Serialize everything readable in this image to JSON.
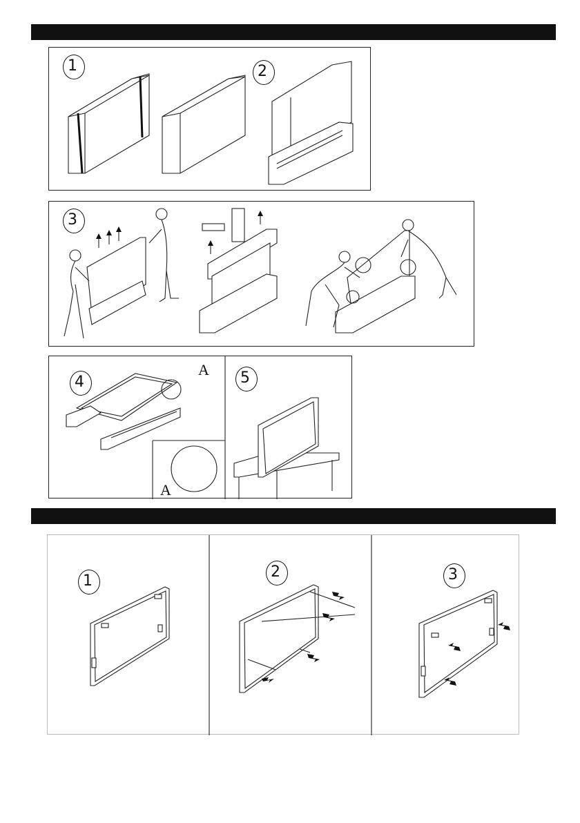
{
  "section_bars": [
    "",
    ""
  ],
  "stand_assembly": {
    "panel1": {
      "steps": [
        "1",
        "2"
      ]
    },
    "panel2": {
      "steps": [
        "3"
      ]
    },
    "panel3": {
      "steps": [
        "4",
        "5"
      ],
      "detail_label_top": "A",
      "detail_label_bottom": "A"
    }
  },
  "wall_mount": {
    "steps": [
      "1",
      "2",
      "3"
    ]
  },
  "icons": {
    "arrow": "up-arrow-icon",
    "push_arrow": "push-arrow-icon"
  },
  "colors": {
    "bar": "#111111",
    "line": "#222222"
  }
}
